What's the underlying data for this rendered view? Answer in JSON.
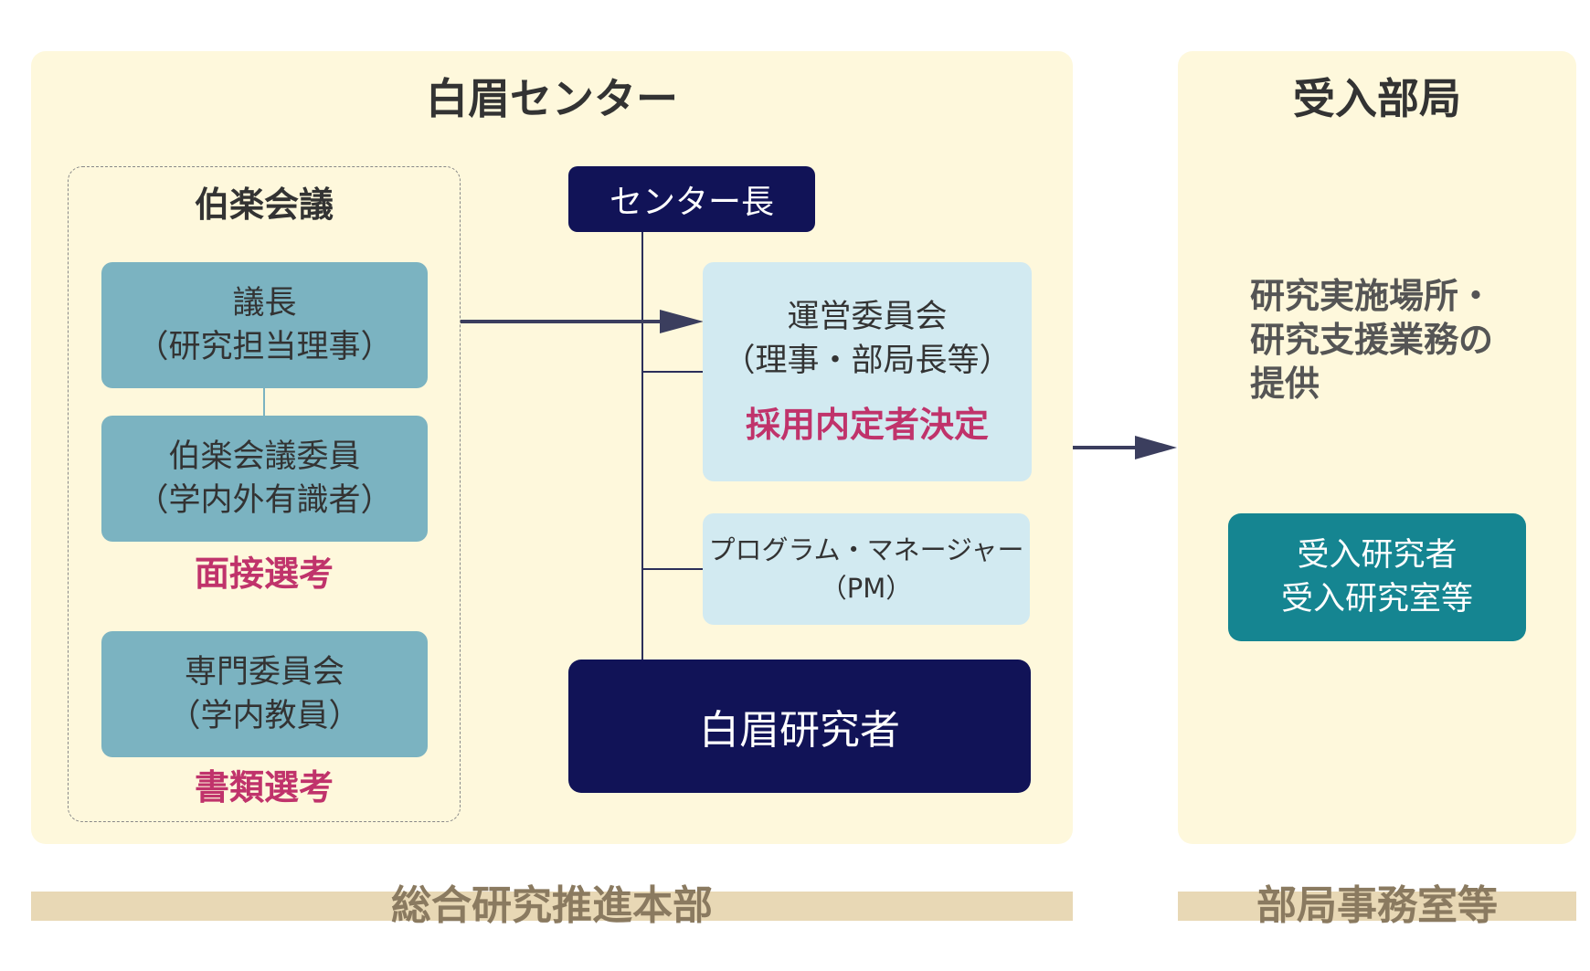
{
  "left_panel": {
    "title": "白眉センター",
    "hakuraku": {
      "title": "伯楽会議",
      "chair": {
        "line1": "議長",
        "line2": "（研究担当理事）"
      },
      "members": {
        "line1": "伯楽会議委員",
        "line2": "（学内外有識者）"
      },
      "interview_label": "面接選考",
      "expert": {
        "line1": "専門委員会",
        "line2": "（学内教員）"
      },
      "document_label": "書類選考"
    },
    "director": "センター長",
    "steering": {
      "line1": "運営委員会",
      "line2": "（理事・部局長等）",
      "decision": "採用内定者決定"
    },
    "pm": {
      "line1": "プログラム・マネージャー",
      "line2": "（PM）"
    },
    "researcher": "白眉研究者",
    "footer": "総合研究推進本部"
  },
  "right_panel": {
    "title": "受入部局",
    "description": {
      "line1": "研究実施場所・",
      "line2": "研究支援業務の",
      "line3": "提供"
    },
    "host": {
      "line1": "受入研究者",
      "line2": "受入研究室等"
    },
    "footer": "部局事務室等"
  },
  "colors": {
    "panel_bg": "#fef8dc",
    "teal_box": "#7bb3c1",
    "light_box": "#d2eaf1",
    "navy": "#111357",
    "dark_teal": "#158591",
    "accent_pink": "#c0336b",
    "footer_bar": "#e8d8b5"
  }
}
